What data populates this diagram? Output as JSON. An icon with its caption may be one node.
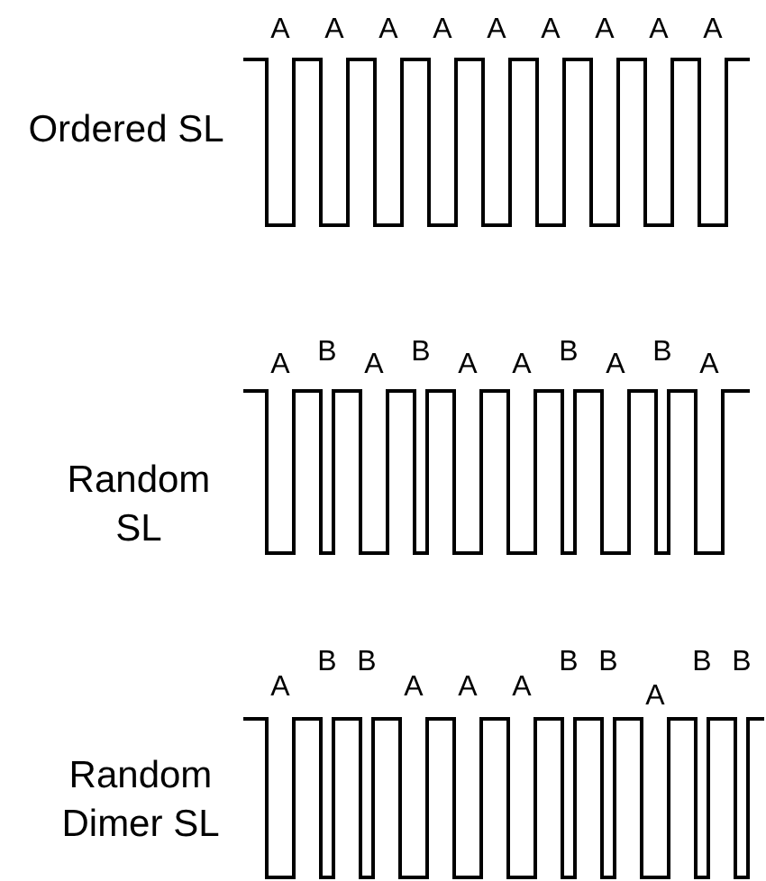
{
  "diagram": {
    "labels": [
      "A",
      "A",
      "A",
      "A",
      "A",
      "A",
      "A",
      "A",
      "A",
      "Ordered SL",
      "A",
      "B",
      "A",
      "B",
      "A",
      "A",
      "B",
      "A",
      "B",
      "A",
      "Random SL",
      "A",
      "B",
      "B",
      "A",
      "A",
      "A",
      "B",
      "B",
      "A",
      "B",
      "B",
      "Random Dimer SL"
    ]
  }
}
